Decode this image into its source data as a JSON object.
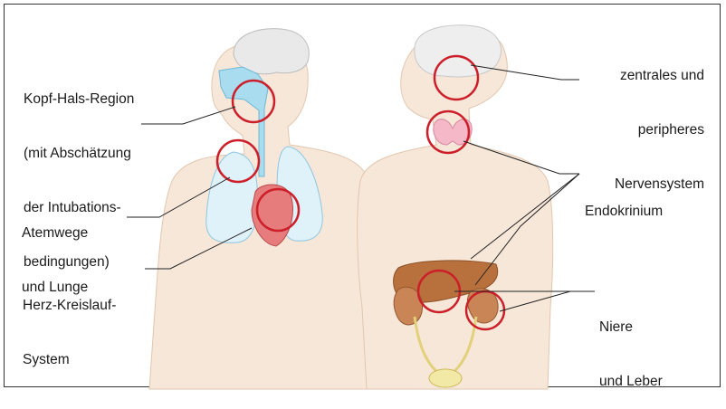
{
  "labels": {
    "head_neck": [
      "Kopf-Hals-Region",
      "(mit Abschätzung",
      "der Intubations-",
      "bedingungen)"
    ],
    "airways": [
      "Atemwege",
      "und Lunge"
    ],
    "cardio": [
      "Herz-Kreislauf-",
      "System"
    ],
    "nervous": [
      "zentrales und",
      "peripheres",
      "Nervensystem"
    ],
    "endocrine": [
      "Endokrinium"
    ],
    "kidney_liver": [
      "Niere",
      "und Leber"
    ]
  },
  "colors": {
    "body_fill": "#f7e7d9",
    "body_stroke": "#e2c6ae",
    "circle": "#cc1f2a",
    "brain": "#e6e6e6",
    "airway": "#8fd3ea",
    "lung": "#d6eef8",
    "heart": "#e26b6b",
    "thyroid": "#f4b4c4",
    "liver": "#b8703c",
    "kidney": "#c9825a",
    "leader": "#222222"
  }
}
